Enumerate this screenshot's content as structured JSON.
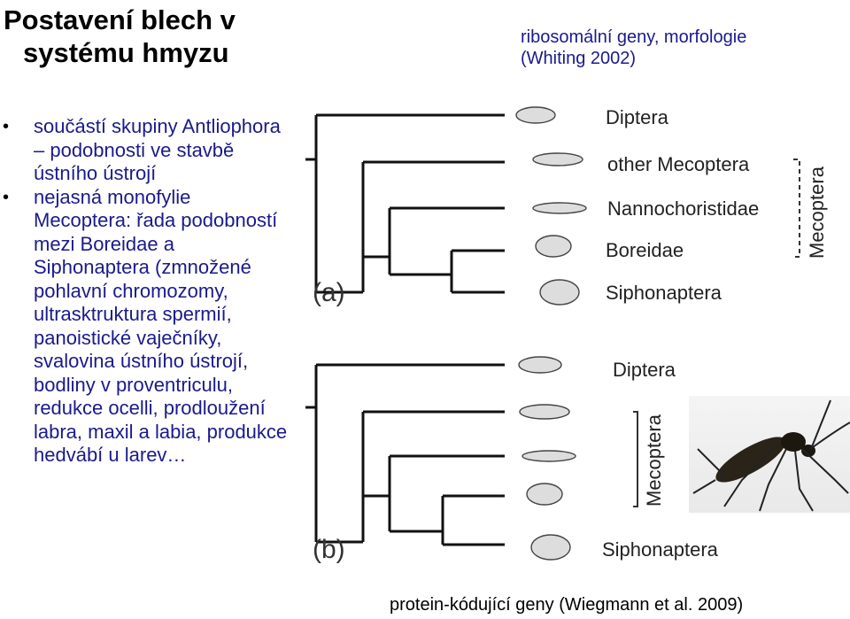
{
  "title": {
    "line1": "Postavení blech v",
    "line2": "systému hmyzu"
  },
  "bullets": [
    {
      "text": "součástí skupiny Antliophora – podobnosti ve stavbě ústního ústrojí"
    },
    {
      "text": "nejasná monofylie Mecoptera: řada podobností mezi Boreidae a Siphonaptera (zmnožené pohlavní chromozomy, ultrasktruktura spermií, panoistické vaječníky, svalovina ústního ústrojí, bodliny v proventriculu, redukce ocelli, prodloužení labra, maxil a labia, produkce hedvábí u larev…"
    }
  ],
  "captions": {
    "top_line1": "ribosomální geny, morfologie",
    "top_line2": "(Whiting 2002)",
    "bottom": "protein-kódující geny (Wiegmann et al. 2009)"
  },
  "tree_a": {
    "panel_label": "(a)",
    "taxa": [
      "Diptera",
      "other Mecoptera",
      "Nannochoristidae",
      "Boreidae",
      "Siphonaptera"
    ],
    "group_label": "Mecoptera"
  },
  "tree_b": {
    "panel_label": "(b)",
    "taxa": [
      "Diptera",
      "Siphonaptera"
    ],
    "group_label": "Mecoptera"
  },
  "colors": {
    "bullet_text": "#1a1a8c",
    "title": "#000000",
    "tree_line": "#111111"
  }
}
